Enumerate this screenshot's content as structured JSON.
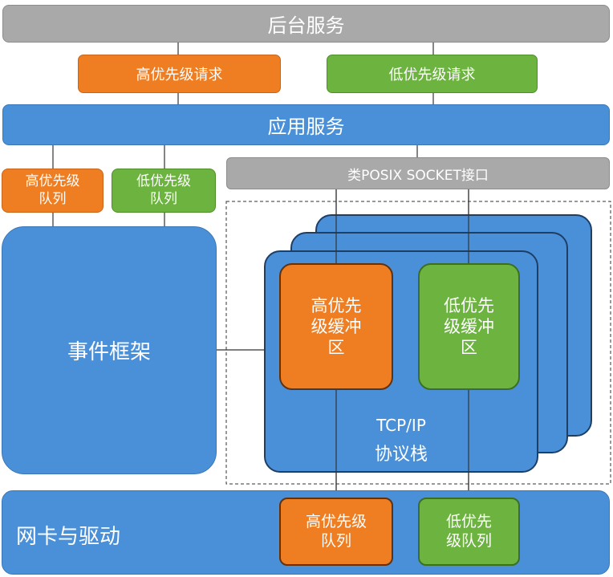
{
  "backend": {
    "title": "后台服务"
  },
  "requests": {
    "high": "高优先级请求",
    "low": "低优先级请求"
  },
  "app_service": {
    "title": "应用服务"
  },
  "app_queues": {
    "high": "高优先级\n队列",
    "low": "低优先级\n队列"
  },
  "posix": {
    "title": "类POSIX SOCKET接口"
  },
  "event_framework": {
    "title": "事件框架"
  },
  "tcpip": {
    "high_buffer": "高优先\n级缓冲\n区",
    "low_buffer": "低优先\n级缓冲\n区",
    "title": "TCP/IP",
    "subtitle": "协议栈"
  },
  "nic": {
    "title": "网卡与驱动",
    "high_queue": "高优先级\n队列",
    "low_queue": "低优先\n级队列"
  },
  "colors": {
    "gray": "#a9a9a9",
    "blue": "#4a90d9",
    "orange": "#ef7d22",
    "green": "#6cb33f"
  }
}
